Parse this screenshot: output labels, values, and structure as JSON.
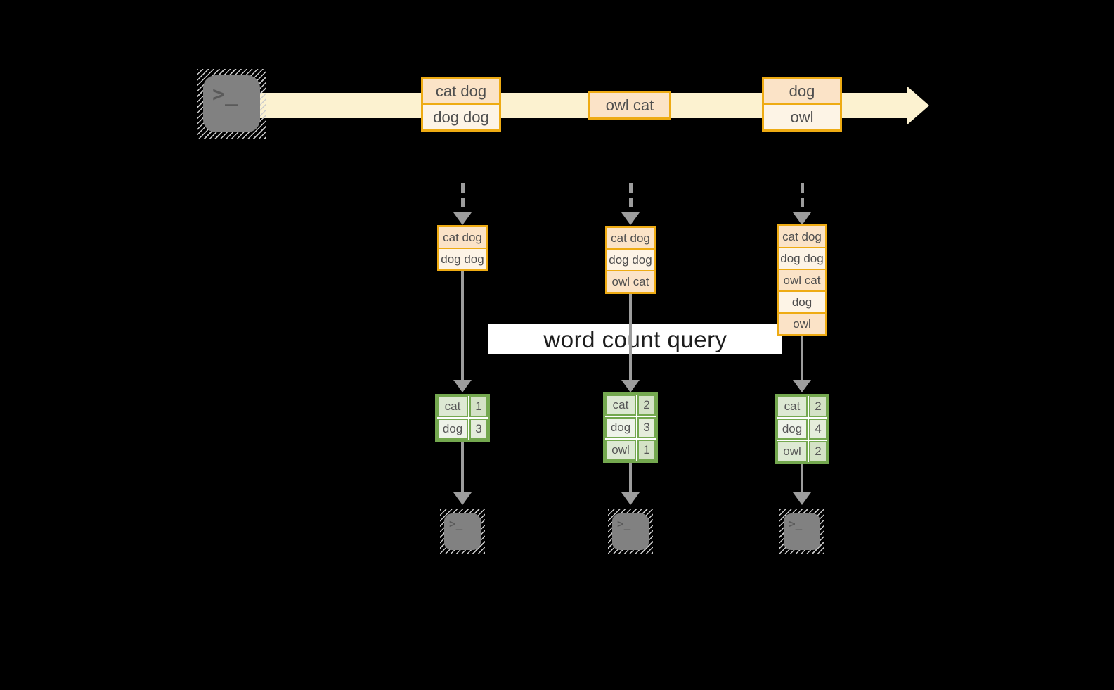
{
  "colors": {
    "gold": "#eeab13",
    "band": "#fcf2d0",
    "peach": "#fbe3c7",
    "cream": "#fdf4e6",
    "green": "#74a84f",
    "gcell_dark_word": "#dde9d3",
    "gcell_dark_num": "#d4e2c6",
    "gcell_light_word": "#eef3e9",
    "gcell_light_num": "#e5eddb",
    "line_gray": "#9d9d9d",
    "terminal_gray": "#818181",
    "terminal_glyph": "#5a5a5a",
    "hatch": "#cccccc",
    "box_text": "#4f4f4f",
    "table_text": "#575757",
    "banner_bg": "#ffffff",
    "banner_text": "#1d1d1d"
  },
  "icons": {
    "terminal_prompt": ">_"
  },
  "query": {
    "label": "word count query"
  },
  "stream": {
    "records": [
      {
        "rows": [
          "cat dog",
          "dog dog"
        ]
      },
      {
        "rows": [
          "owl cat"
        ]
      },
      {
        "rows": [
          "dog",
          "owl"
        ]
      }
    ]
  },
  "columns": [
    {
      "buffer": [
        "cat dog",
        "dog dog"
      ],
      "counts": [
        {
          "word": "cat",
          "count": "1"
        },
        {
          "word": "dog",
          "count": "3"
        }
      ]
    },
    {
      "buffer": [
        "cat dog",
        "dog dog",
        "owl cat"
      ],
      "counts": [
        {
          "word": "cat",
          "count": "2"
        },
        {
          "word": "dog",
          "count": "3"
        },
        {
          "word": "owl",
          "count": "1"
        }
      ]
    },
    {
      "buffer": [
        "cat dog",
        "dog dog",
        "owl cat",
        "dog",
        "owl"
      ],
      "counts": [
        {
          "word": "cat",
          "count": "2"
        },
        {
          "word": "dog",
          "count": "4"
        },
        {
          "word": "owl",
          "count": "2"
        }
      ]
    }
  ]
}
